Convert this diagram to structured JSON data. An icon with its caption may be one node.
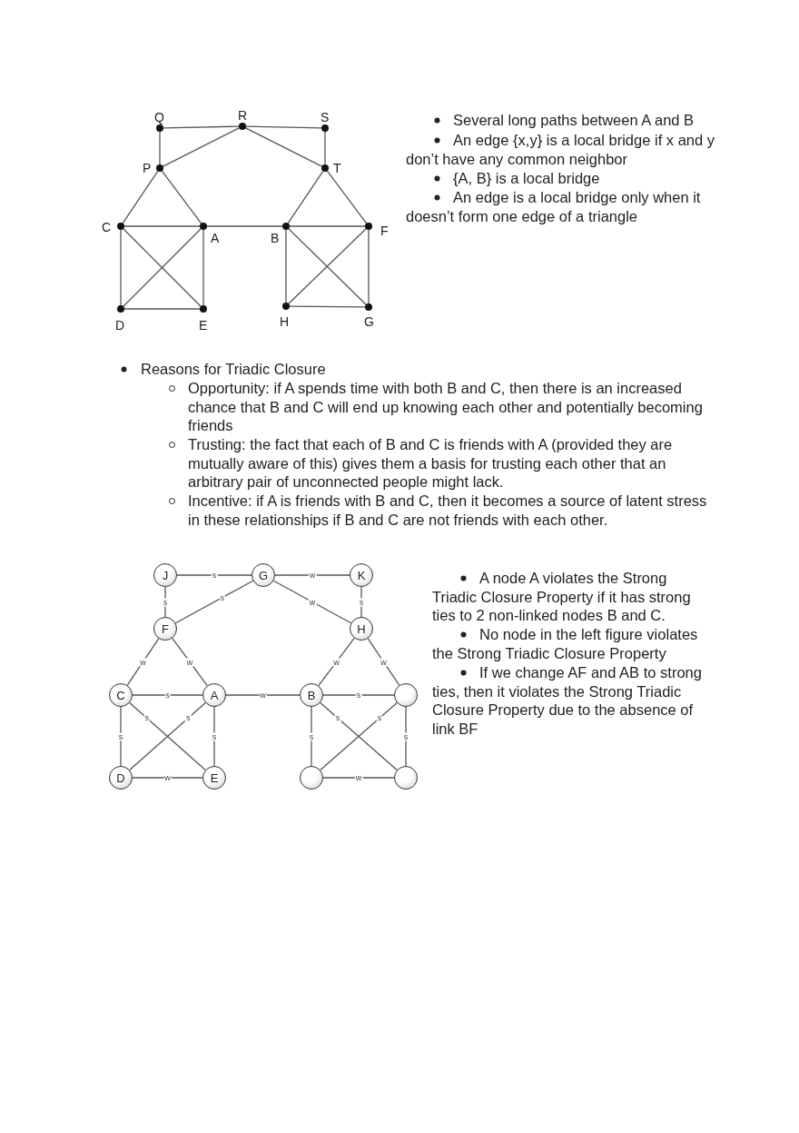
{
  "diagram": {
    "nodes": [
      {
        "text": [],
        "shape": "circle",
        "beside": [
          "Q"
        ]
      },
      {
        "text": [],
        "shape": "circle",
        "beside": [
          "R"
        ]
      },
      {
        "text": [],
        "shape": "circle",
        "beside": [
          "S"
        ]
      },
      {
        "text": [],
        "shape": "circle",
        "beside": [
          "P"
        ]
      },
      {
        "text": [],
        "shape": "circle",
        "beside": [
          "T"
        ]
      },
      {
        "text": [],
        "shape": "circle",
        "beside": [
          "C"
        ]
      },
      {
        "text": [],
        "shape": "circle",
        "beside": [
          "A"
        ]
      },
      {
        "text": [],
        "shape": "circle",
        "beside": [
          "B"
        ]
      },
      {
        "text": [],
        "shape": "circle",
        "beside": [
          "F"
        ]
      },
      {
        "text": [],
        "shape": "circle",
        "beside": [
          "D"
        ]
      },
      {
        "text": [],
        "shape": "circle",
        "beside": [
          "E"
        ]
      },
      {
        "text": [],
        "shape": "circle",
        "beside": [
          "H"
        ]
      },
      {
        "text": [],
        "shape": "circle",
        "beside": [
          "G"
        ]
      },
      {
        "text": [
          "J"
        ]
      },
      {
        "text": [
          "G"
        ]
      },
      {
        "text": [
          "K"
        ]
      },
      {
        "text": [
          "F"
        ]
      },
      {
        "text": [
          "H"
        ]
      },
      {
        "text": [
          "C"
        ]
      },
      {
        "text": [
          "A"
        ]
      },
      {
        "text": [
          "B"
        ]
      },
      {
        "text": [],
        "shape": "circle"
      },
      {
        "text": [
          "D"
        ]
      },
      {
        "text": [
          "E"
        ]
      },
      {
        "text": [],
        "shape": "circle"
      },
      {
        "text": [],
        "shape": "circle"
      }
    ],
    "edges": [
      {
        "from": 0,
        "to": 1,
        "arrow": "none"
      },
      {
        "from": 1,
        "to": 2,
        "arrow": "none"
      },
      {
        "from": 0,
        "to": 3,
        "arrow": "none"
      },
      {
        "from": 2,
        "to": 4,
        "arrow": "none"
      },
      {
        "from": 3,
        "to": 1,
        "arrow": "none"
      },
      {
        "from": 1,
        "to": 4,
        "arrow": "none"
      },
      {
        "from": 3,
        "to": 5,
        "arrow": "none"
      },
      {
        "from": 3,
        "to": 6,
        "arrow": "none"
      },
      {
        "from": 4,
        "to": 7,
        "arrow": "none"
      },
      {
        "from": 4,
        "to": 8,
        "arrow": "none"
      },
      {
        "from": 5,
        "to": 6,
        "arrow": "none"
      },
      {
        "from": 6,
        "to": 7,
        "arrow": "none"
      },
      {
        "from": 7,
        "to": 8,
        "arrow": "none"
      },
      {
        "from": 5,
        "to": 9,
        "arrow": "none"
      },
      {
        "from": 5,
        "to": 10,
        "arrow": "none"
      },
      {
        "from": 6,
        "to": 9,
        "arrow": "none"
      },
      {
        "from": 6,
        "to": 10,
        "arrow": "none"
      },
      {
        "from": 9,
        "to": 10,
        "arrow": "none"
      },
      {
        "from": 7,
        "to": 11,
        "arrow": "none"
      },
      {
        "from": 7,
        "to": 12,
        "arrow": "none"
      },
      {
        "from": 8,
        "to": 11,
        "arrow": "none"
      },
      {
        "from": 8,
        "to": 12,
        "arrow": "none"
      },
      {
        "from": 11,
        "to": 12,
        "arrow": "none"
      },
      {
        "from": 13,
        "to": 14,
        "arrow": "none",
        "label": "s"
      },
      {
        "from": 14,
        "to": 15,
        "arrow": "none",
        "label": "w"
      },
      {
        "from": 13,
        "to": 16,
        "arrow": "none",
        "label": "s"
      },
      {
        "from": 14,
        "to": 16,
        "arrow": "none",
        "label": "s"
      },
      {
        "from": 14,
        "to": 17,
        "arrow": "none",
        "label": "w"
      },
      {
        "from": 15,
        "to": 17,
        "arrow": "none",
        "label": "s"
      },
      {
        "from": 16,
        "to": 18,
        "arrow": "none",
        "label": "w"
      },
      {
        "from": 16,
        "to": 19,
        "arrow": "none",
        "label": "w"
      },
      {
        "from": 17,
        "to": 20,
        "arrow": "none",
        "label": "w"
      },
      {
        "from": 17,
        "to": 21,
        "arrow": "none",
        "label": "w"
      },
      {
        "from": 18,
        "to": 19,
        "arrow": "none",
        "label": "s"
      },
      {
        "from": 19,
        "to": 20,
        "arrow": "none",
        "label": "w"
      },
      {
        "from": 20,
        "to": 21,
        "arrow": "none",
        "label": "s"
      },
      {
        "from": 18,
        "to": 22,
        "arrow": "none",
        "label": "s"
      },
      {
        "from": 18,
        "to": 23,
        "arrow": "none",
        "label": "s"
      },
      {
        "from": 19,
        "to": 22,
        "arrow": "none",
        "label": "s"
      },
      {
        "from": 19,
        "to": 23,
        "arrow": "none",
        "label": "s"
      },
      {
        "from": 22,
        "to": 23,
        "arrow": "none",
        "label": "w"
      },
      {
        "from": 20,
        "to": 24,
        "arrow": "none",
        "label": "s"
      },
      {
        "from": 20,
        "to": 25,
        "arrow": "none",
        "label": "s"
      },
      {
        "from": 21,
        "to": 24,
        "arrow": "none",
        "label": "s"
      },
      {
        "from": 21,
        "to": 25,
        "arrow": "none",
        "label": "s"
      },
      {
        "from": 24,
        "to": 25,
        "arrow": "none",
        "label": "w"
      }
    ],
    "labels": [
      "Several long paths between A and B",
      "An edge {x,y} is a local bridge if x and y don’t have any common neighbor",
      "{A, B} is a local bridge",
      "An edge is a local bridge only when it doesn’t form one edge of a triangle",
      "Reasons for Triadic Closure",
      "Opportunity: if A spends time with both B and C, then there is an increased chance that B and C will end up knowing each other and potentially becoming friends",
      "Trusting: the fact that each of B and C is friends with A (provided they are mutually aware of this) gives them a basis for trusting each other that an arbitrary pair of unconnected people might lack.",
      "Incentive: if A is friends with B and C, then it becomes a source of latent stress in these relationships if B and C are not friends with each other.",
      "A node A violates the Strong Triadic Closure Property if it has strong ties to 2 non-linked nodes B and C.",
      "No node in the left figure violates the Strong Triadic Closure Property",
      "If we change AF and AB to strong ties, then it violates the Strong Triadic Closure Property due to the absence of link BF"
    ]
  }
}
